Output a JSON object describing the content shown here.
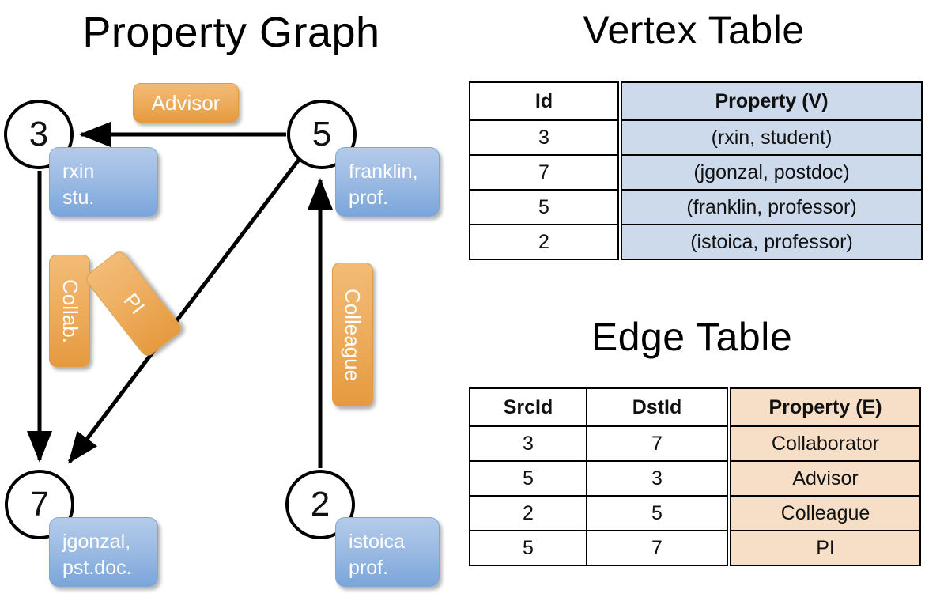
{
  "titles": {
    "property_graph": "Property Graph",
    "vertex_table": "Vertex Table",
    "edge_table": "Edge Table"
  },
  "graph": {
    "nodes": [
      {
        "id": "3",
        "property": "rxin\nstu."
      },
      {
        "id": "5",
        "property": "franklin,\nprof."
      },
      {
        "id": "7",
        "property": "jgonzal,\npst.doc."
      },
      {
        "id": "2",
        "property": "istoica\nprof."
      }
    ],
    "edge_labels": {
      "advisor": "Advisor",
      "collab": "Collab.",
      "pi": "PI",
      "colleague": "Colleague"
    }
  },
  "vertex_table": {
    "headers": [
      "Id",
      "Property (V)"
    ],
    "rows": [
      [
        "3",
        "(rxin, student)"
      ],
      [
        "7",
        "(jgonzal, postdoc)"
      ],
      [
        "5",
        "(franklin, professor)"
      ],
      [
        "2",
        "(istoica, professor)"
      ]
    ]
  },
  "edge_table": {
    "headers": [
      "SrcId",
      "DstId",
      "Property (E)"
    ],
    "rows": [
      [
        "3",
        "7",
        "Collaborator"
      ],
      [
        "5",
        "3",
        "Advisor"
      ],
      [
        "2",
        "5",
        "Colleague"
      ],
      [
        "5",
        "7",
        "PI"
      ]
    ]
  },
  "colors": {
    "vertex_property_fill": "#ccdaec",
    "edge_property_fill": "#f6dfc6",
    "node_box_blue": "#9dbce4",
    "edge_label_orange": "#eeae5f",
    "border": "#000000"
  }
}
